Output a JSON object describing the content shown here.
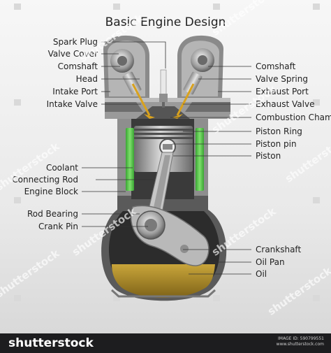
{
  "title": "Basic Engine Design",
  "labels_left": [
    "Spark Plug",
    "Valve Cover",
    "Comshaft",
    "Head",
    "Intake Port",
    "Intake Valve",
    "Coolant",
    "Connecting Rod",
    "Engine Block",
    "Rod Bearing",
    "Crank Pin"
  ],
  "labels_right": [
    "Comshaft",
    "Valve Spring",
    "Exhaust Port",
    "Exhaust Valve",
    "Combustion Chamber",
    "Piston Ring",
    "Piston pin",
    "Piston",
    "Crankshaft",
    "Oil Pan",
    "Oil"
  ],
  "watermark": "shutterstock",
  "footer": {
    "brand": "shutterstock",
    "image_id_label": "IMAGE ID: 590799551",
    "site": "www.shutterstock.com"
  },
  "colors": {
    "coolant": "#49c33f",
    "oil": "#b3912a",
    "metal_dark": "#4a4a4a",
    "metal_mid": "#7b7b7b",
    "metal_light": "#c9c9c9",
    "valve_gold": "#d9a21e",
    "background": "#ececec"
  }
}
